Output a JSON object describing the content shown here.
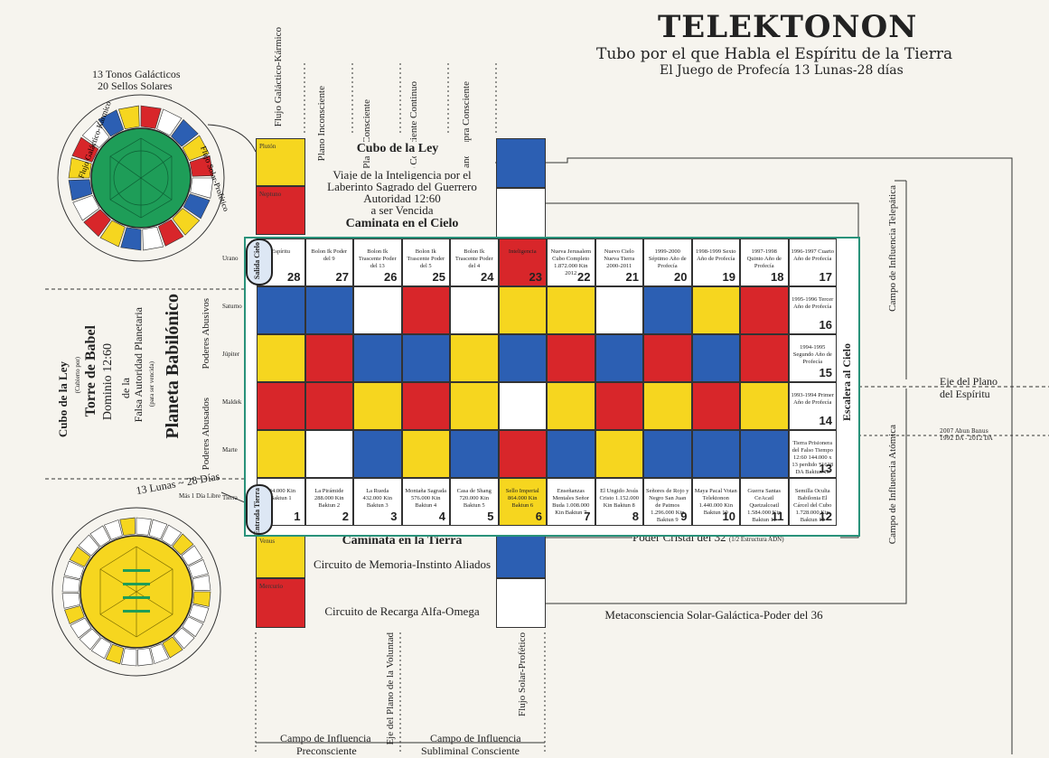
{
  "title": "TELEKTONON",
  "subtitle": "Tubo por el que Habla el Espíritu de la Tierra",
  "subtitle2": "El Juego de Profecía 13 Lunas-28 días",
  "top_wheel_label": [
    "13 Tonos Galácticos",
    "20 Sellos Solares"
  ],
  "flow_left": "Flujo Galáctico-Kármico",
  "flow_right": "Flujo Solar-Profético",
  "planes": [
    "Plano Inconsciente",
    "Plano Consciente",
    "Plano Consciente Continuo",
    "Plano Supra Consciente"
  ],
  "cubo_ley": "Cubo de la Ley",
  "viaje": [
    "Viaje de la Inteligencia por el",
    "Laberinto Sagrado del Guerrero",
    "Autoridad 12:60",
    "a ser Vencida"
  ],
  "caminata_cielo": "Caminata en el Cielo",
  "caminata_tierra": "Caminata en la Tierra",
  "circuito_memoria": "Circuito de Memoria-Instinto Aliados",
  "circuito_recarga": "Circuito de Recarga Alfa-Omega",
  "poder_cristal": "Poder Cristal del 32",
  "poder_cristal_note": "(1/2 Estructura ADN)",
  "metaconsciencia": "Metaconsciencia Solar-Galáctica-Poder del 36",
  "campo_telepatica": "Campo de Influencia Telepática",
  "campo_atomica": "Campo de Influencia Atómica",
  "eje_espiritu": [
    "Eje del Plano",
    "del Espíritu"
  ],
  "eje_voluntad": "Eje del Plano de la Voluntad",
  "escalera": "Escalera al Cielo",
  "flujo_solar_bottom": "Flujo Solar-Profético",
  "campo_pre": [
    "Campo de Influencia",
    "Preconsciente"
  ],
  "campo_sub": [
    "Campo de Influencia",
    "Subliminal Consciente"
  ],
  "left_labels": {
    "cubo": "Cubo de la Ley",
    "cubo_note": "(Cubierto por)",
    "torre": "Torre de Babel",
    "dominio": "Dominio 12:60",
    "dela": "de la",
    "falsa": "Falsa Autoridad Planetaria",
    "falsa_note": "(para ser vencida)",
    "planeta": "Planeta Babilónico",
    "abusados": "Poderes Abusados",
    "abusivos": "Poderes Abusivos"
  },
  "lunas_label": "13 Lunas ~ 28 Días",
  "dia_libre": "Más 1 Día Libre",
  "salida": "Salida Cielo",
  "entrada": "Entrada Tierra",
  "planets_left": [
    "Plutón",
    "Neptuno",
    "Urano",
    "Saturno",
    "Júpiter",
    "Maldek",
    "Marte",
    "Tierra",
    "Venus",
    "Mercurio"
  ],
  "top_row": [
    {
      "n": "28",
      "t": "Espíritu"
    },
    {
      "n": "27",
      "t": "Bolon Ik Poder del 9"
    },
    {
      "n": "26",
      "t": "Bolon Ik Trascente Poder del 13"
    },
    {
      "n": "25",
      "t": "Bolon Ik Trascente Poder del 5"
    },
    {
      "n": "24",
      "t": "Bolon Ik Trascente Poder del 4"
    },
    {
      "n": "23",
      "t": "Inteligencia"
    },
    {
      "n": "22",
      "t": "Nueva Jerusalem Cubo Completo 1.872.000 Kin 2012"
    },
    {
      "n": "21",
      "t": "Nuevo Cielo Nueva Tierra 2000-2011"
    },
    {
      "n": "20",
      "t": "1999-2000 Séptimo Año de Profecía"
    },
    {
      "n": "19",
      "t": "1998-1999 Sexto Año de Profecía"
    },
    {
      "n": "18",
      "t": "1997-1998 Quinto Año de Profecía"
    },
    {
      "n": "17",
      "t": "1996-1997 Cuarto Año de Profecía"
    }
  ],
  "right_col": [
    {
      "n": "16",
      "t": "1995-1996 Tercer Año de Profecía"
    },
    {
      "n": "15",
      "t": "1994-1995 Segundo Año de Profecía"
    },
    {
      "n": "14",
      "t": "1993-1994 Primer Año de Profecía"
    },
    {
      "n": "13",
      "t": "Tierra Prisionera del Falso Tiempo 12:60 144.000 x 13 perdido *1618 DA Baktun 13"
    }
  ],
  "bottom_row": [
    {
      "n": "1",
      "t": "144.000 Kin Baktun 1"
    },
    {
      "n": "2",
      "t": "La Pirámide 288.000 Kin Baktun 2"
    },
    {
      "n": "3",
      "t": "La Rueda 432.000 Kin Baktun 3"
    },
    {
      "n": "4",
      "t": "Montaña Sagrada 576.000 Kin Baktun 4"
    },
    {
      "n": "5",
      "t": "Casa de Shang 720.000 Kin Baktun 5"
    },
    {
      "n": "6",
      "t": "Sello Imperial 864.000 Kin Baktun 6"
    },
    {
      "n": "7",
      "t": "Enseñanzas Mentales Señor Buda 1.008.000 Kin Baktun 7"
    },
    {
      "n": "8",
      "t": "El Ungido Jesús Cristo 1.152.000 Kin Baktun 8"
    },
    {
      "n": "9",
      "t": "Señores de Rojo y Negro San Juan de Patmos 1.296.000 Kin Baktun 9"
    },
    {
      "n": "10",
      "t": "Maya Pacal Votan Telektonon 1.440.000 Kin Baktun 10"
    },
    {
      "n": "11",
      "t": "Guerra Santas CeAcatl Quetzalcoatl 1.584.000 Kin Baktun 11"
    },
    {
      "n": "12",
      "t": "Semilla Oculta Babilonia El Cárcel del Cubo 1.728.000 Kin Baktun 12"
    }
  ],
  "dates_right": [
    "2007 Abun Banus",
    "1992 DA - 2012 DA"
  ],
  "colors": {
    "red": "#d8262a",
    "yellow": "#f6d61f",
    "blue": "#2c5fb3",
    "green": "#1e9d58",
    "teal": "#29927a"
  }
}
